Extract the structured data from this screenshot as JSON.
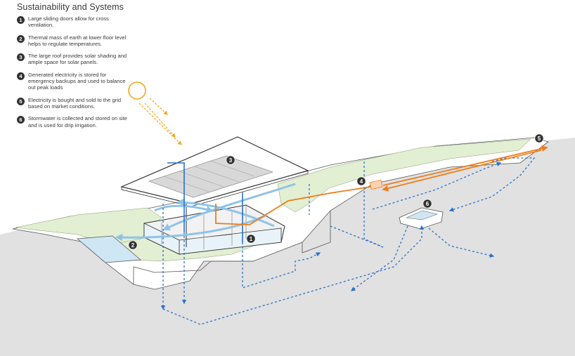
{
  "title": "Sustainability and Systems",
  "legend": [
    {
      "num": "1",
      "text": "Large sliding doors allow for cross ventilation."
    },
    {
      "num": "2",
      "text": "Thermal mass of earth at lower floor level helps to regulate temperatures."
    },
    {
      "num": "3",
      "text": "The large roof provides solar shading and ample space for solar panels."
    },
    {
      "num": "4",
      "text": "Generated electricity is stored for emergency backups and used to balance out peak loads"
    },
    {
      "num": "5",
      "text": "Electricity is bought and sold to the grid based on market conditions."
    },
    {
      "num": "6",
      "text": "Stormwater is collected and stored on site and is used for drip irrigation."
    }
  ],
  "markers": [
    "1",
    "2",
    "3",
    "4",
    "5",
    "6"
  ],
  "colors": {
    "sun": "#f2a81d",
    "electricity": "#f07c1a",
    "water": "#2a72c9",
    "air": "#8fc3e8",
    "lawn": "#e2efd2",
    "ground": "#e1e1e1",
    "outline": "#333333"
  }
}
